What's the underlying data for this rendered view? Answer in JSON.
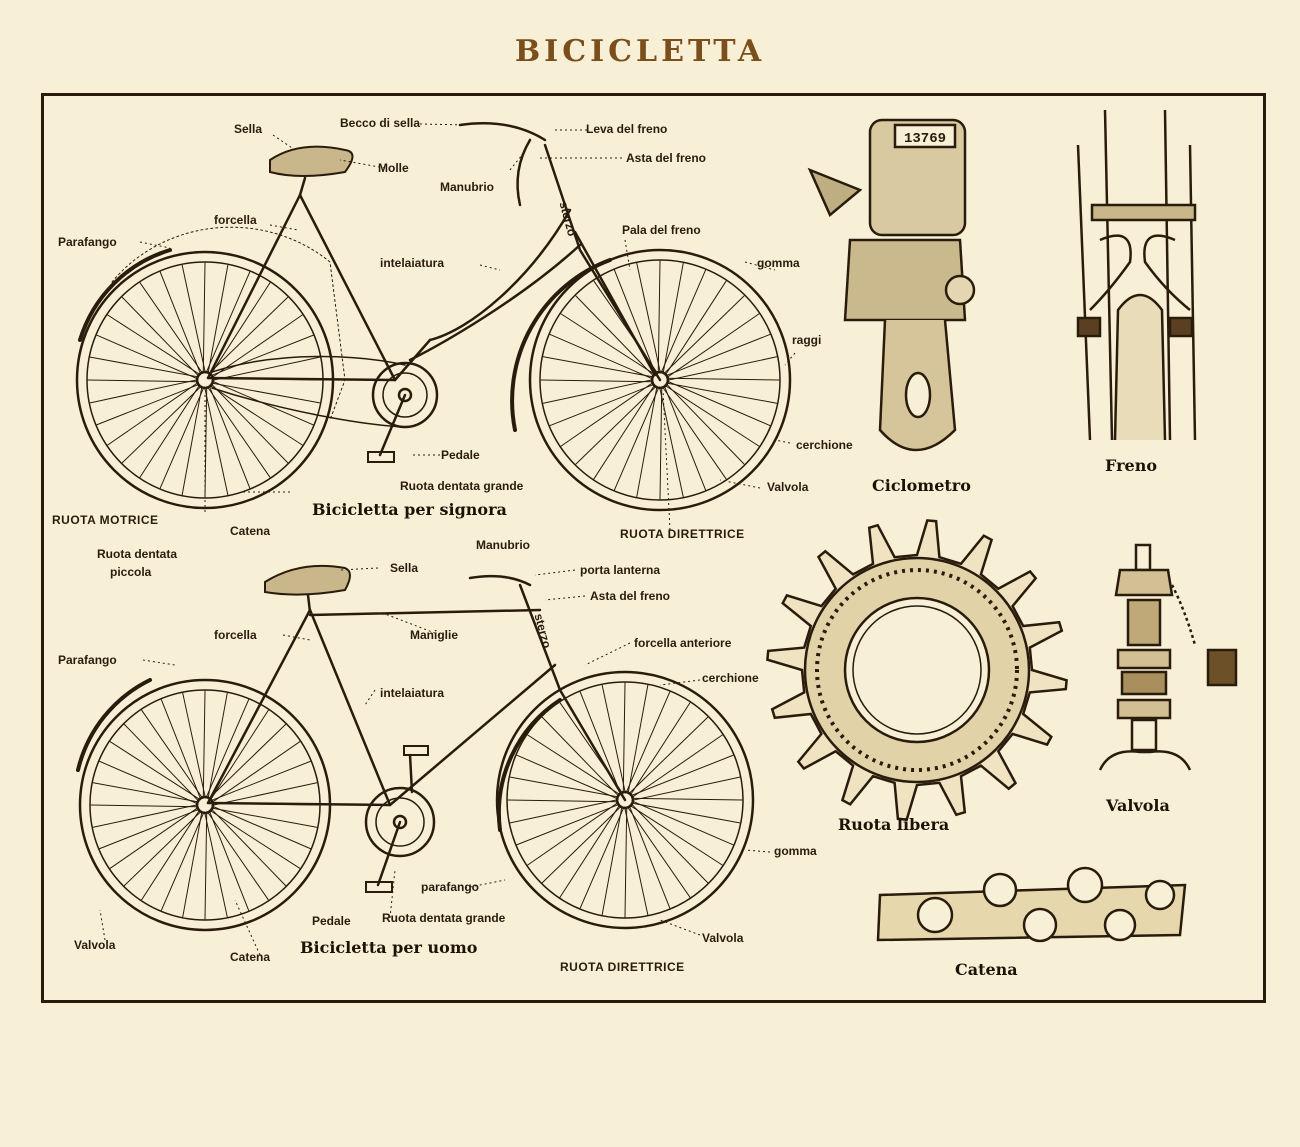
{
  "title": "BICICLETTA",
  "colors": {
    "paper": "#f8f0d6",
    "ink": "#2a1c0c",
    "title": "#7a4f1c"
  },
  "lady": {
    "caption": "Bicicletta per signora",
    "labels": {
      "sella": "Sella",
      "becco_di_sella": "Becco di sella",
      "molle": "Molle",
      "leva_del_freno": "Leva del freno",
      "asta_del_freno": "Asta del freno",
      "manubrio": "Manubrio",
      "sterzo": "sterzo",
      "forcella": "forcella",
      "parafango": "Parafango",
      "pala_del_freno": "Pala del freno",
      "intelaiatura": "intelaiatura",
      "gomma": "gomma",
      "raggi": "raggi",
      "cerchione": "cerchione",
      "pedale": "Pedale",
      "ruota_dentata_grande": "Ruota dentata grande",
      "valvola": "Valvola",
      "ruota_motrice": "RUOTA MOTRICE",
      "catena": "Catena",
      "ruota_direttrice": "RUOTA DIRETTRICE",
      "ruota_dentata_piccola_1": "Ruota dentata",
      "ruota_dentata_piccola_2": "piccola"
    }
  },
  "man": {
    "caption": "Bicicletta per uomo",
    "labels": {
      "manubrio": "Manubrio",
      "sella": "Sella",
      "porta_lanterna": "porta lanterna",
      "asta_del_freno": "Asta del freno",
      "forcella": "forcella",
      "maniglie": "Maniglie",
      "sterzo": "sterzo",
      "forcella_anteriore": "forcella anteriore",
      "parafango": "Parafango",
      "cerchione": "cerchione",
      "intelaiatura": "intelaiatura",
      "gomma": "gomma",
      "parafango_lower": "parafango",
      "pedale": "Pedale",
      "ruota_dentata_grande": "Ruota dentata grande",
      "valvola_left": "Valvola",
      "catena": "Catena",
      "valvola_right": "Valvola",
      "ruota_direttrice": "RUOTA DIRETTRICE"
    }
  },
  "parts": {
    "ciclometro": "Ciclometro",
    "ciclometro_counter": "13769",
    "freno": "Freno",
    "ruota_libera": "Ruota libera",
    "valvola": "Valvola",
    "catena": "Catena"
  }
}
